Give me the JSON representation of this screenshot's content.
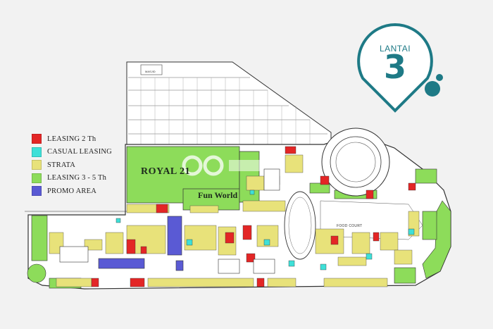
{
  "floor": {
    "title": "LANTAI",
    "number": "3",
    "accent_color": "#1e7a86"
  },
  "legend": [
    {
      "label": "LEASING 2 Th",
      "color": "#e32626"
    },
    {
      "label": "CASUAL LEASING",
      "color": "#3ee0d8"
    },
    {
      "label": "STRATA",
      "color": "#e8e27a"
    },
    {
      "label": "LEASING 3 - 5 Th",
      "color": "#8ddc5a"
    },
    {
      "label": "PROMO AREA",
      "color": "#5a5ad4"
    }
  ],
  "map": {
    "anchor_cinema": "ROYAL 21",
    "anchor_play": "Fun World",
    "food_court": "FOOD COURT",
    "masjid": "MASJID",
    "icons": [
      "map-pin-icon",
      "watermark-logo-icon"
    ]
  }
}
